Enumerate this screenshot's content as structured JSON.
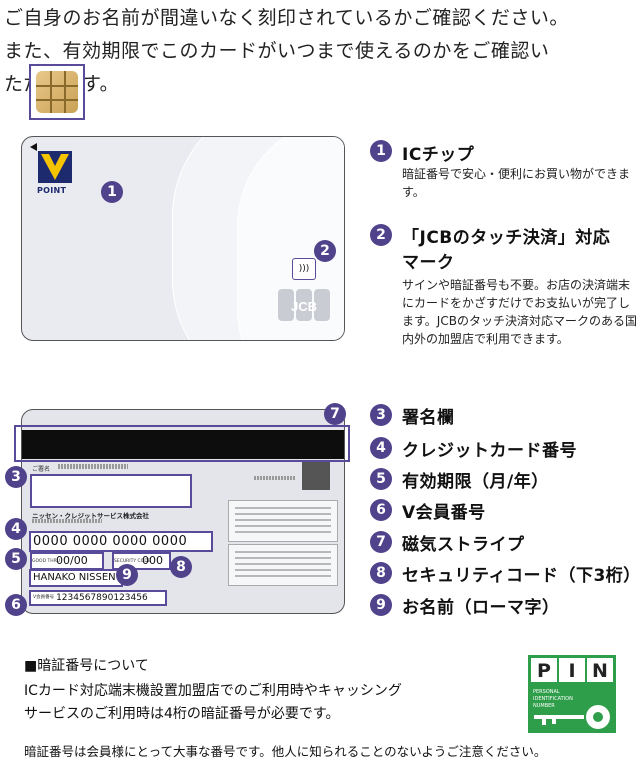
{
  "intro": {
    "lines": [
      "ご自身のお名前が間違いなく刻印されているかご確認ください。",
      "また、有効期限でこのカードがいつまで使えるのかをご確認い",
      "ただけます。"
    ]
  },
  "front_card": {
    "logo_text": "POINT",
    "contactless_symbol": ")))",
    "brand": "JCB"
  },
  "back_card": {
    "signature_label": "ご署名",
    "issuer": "ニッセン・クレジットサービス株式会社",
    "card_number": "0000 0000 0000 0000",
    "expiry_label": "GOOD THRU",
    "expiry": "00/00",
    "security_label": "SECURITY CODE",
    "security_code": "000",
    "name": "HANAKO NISSEN",
    "member_label": "V会員番号",
    "member_number": "1234567890123456"
  },
  "items": [
    {
      "num": "1",
      "title": "ICチップ",
      "desc": "暗証番号で安心・便利にお買い物ができます。"
    },
    {
      "num": "2",
      "title": "「JCBのタッチ決済」対応",
      "title2": "マーク",
      "desc": "サインや暗証番号も不要。お店の決済端末にカードをかざすだけでお支払いが完了します。JCBのタッチ決済対応マークのある国内外の加盟店で利用できます。"
    },
    {
      "num": "3",
      "title": "署名欄"
    },
    {
      "num": "4",
      "title": "クレジットカード番号"
    },
    {
      "num": "5",
      "title": "有効期限（月/年）"
    },
    {
      "num": "6",
      "title": "V会員番号"
    },
    {
      "num": "7",
      "title": "磁気ストライプ"
    },
    {
      "num": "8",
      "title": "セキュリティコード（下3桁）"
    },
    {
      "num": "9",
      "title": "お名前（ローマ字）"
    }
  ],
  "pin": {
    "heading": "■暗証番号について",
    "body_lines": [
      "ICカード対応端末機設置加盟店でのご利用時やキャッシング",
      "サービスのご利用時は4桁の暗証番号が必要です。"
    ],
    "logo_letters": [
      "P",
      "I",
      "N"
    ],
    "logo_caption": [
      "PERSONAL",
      "IDENTIFICATION",
      "NUMBER"
    ],
    "note": "暗証番号は会員様にとって大事な番号です。他人に知られることのないようご注意ください。"
  },
  "colors": {
    "badge": "#50438c",
    "pin_green": "#2f9e4a",
    "stripe": "#0d0d0d"
  }
}
